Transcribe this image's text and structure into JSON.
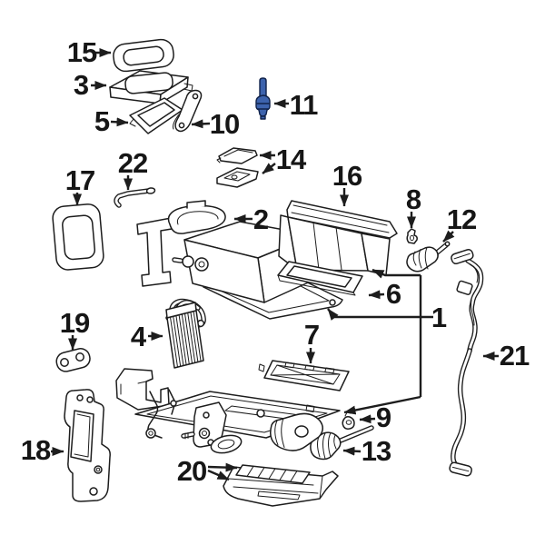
{
  "figure": {
    "kind": "exploded-parts-diagram",
    "background_color": "#ffffff",
    "line_color": "#1d1d1d",
    "highlight_color": "#3d63ad",
    "highlighted_callout": "11",
    "callout_count": 22
  },
  "callouts": [
    {
      "number": "1"
    },
    {
      "number": "2"
    },
    {
      "number": "3"
    },
    {
      "number": "4"
    },
    {
      "number": "5"
    },
    {
      "number": "6"
    },
    {
      "number": "7"
    },
    {
      "number": "8"
    },
    {
      "number": "9"
    },
    {
      "number": "10"
    },
    {
      "number": "11"
    },
    {
      "number": "12"
    },
    {
      "number": "13"
    },
    {
      "number": "14"
    },
    {
      "number": "15"
    },
    {
      "number": "16"
    },
    {
      "number": "17"
    },
    {
      "number": "18"
    },
    {
      "number": "19"
    },
    {
      "number": "20"
    },
    {
      "number": "21"
    },
    {
      "number": "22"
    }
  ]
}
